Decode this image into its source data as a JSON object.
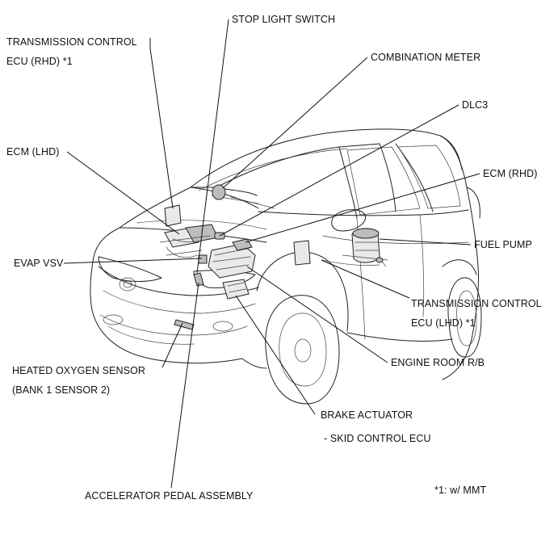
{
  "labels": {
    "stop_light_switch": "STOP LIGHT SWITCH",
    "transmission_control_ecu_rhd_line1": "TRANSMISSION CONTROL",
    "transmission_control_ecu_rhd_line2": "ECU (RHD) *1",
    "combination_meter": "COMBINATION METER",
    "dlc3": "DLC3",
    "ecm_lhd": "ECM (LHD)",
    "ecm_rhd": "ECM (RHD)",
    "fuel_pump": "FUEL PUMP",
    "evap_vsv": "EVAP VSV",
    "transmission_control_ecu_lhd_line1": "TRANSMISSION CONTROL",
    "transmission_control_ecu_lhd_line2": "ECU (LHD) *1",
    "heated_oxygen_sensor_line1": "HEATED OXYGEN SENSOR",
    "heated_oxygen_sensor_line2": "(BANK 1 SENSOR 2)",
    "engine_room_rb": "ENGINE ROOM R/B",
    "brake_actuator_line1": "BRAKE ACTUATOR",
    "brake_actuator_line2": "- SKID CONTROL ECU",
    "accelerator_pedal_assembly": "ACCELERATOR PEDAL ASSEMBLY"
  },
  "footnote": "*1: w/ MMT"
}
